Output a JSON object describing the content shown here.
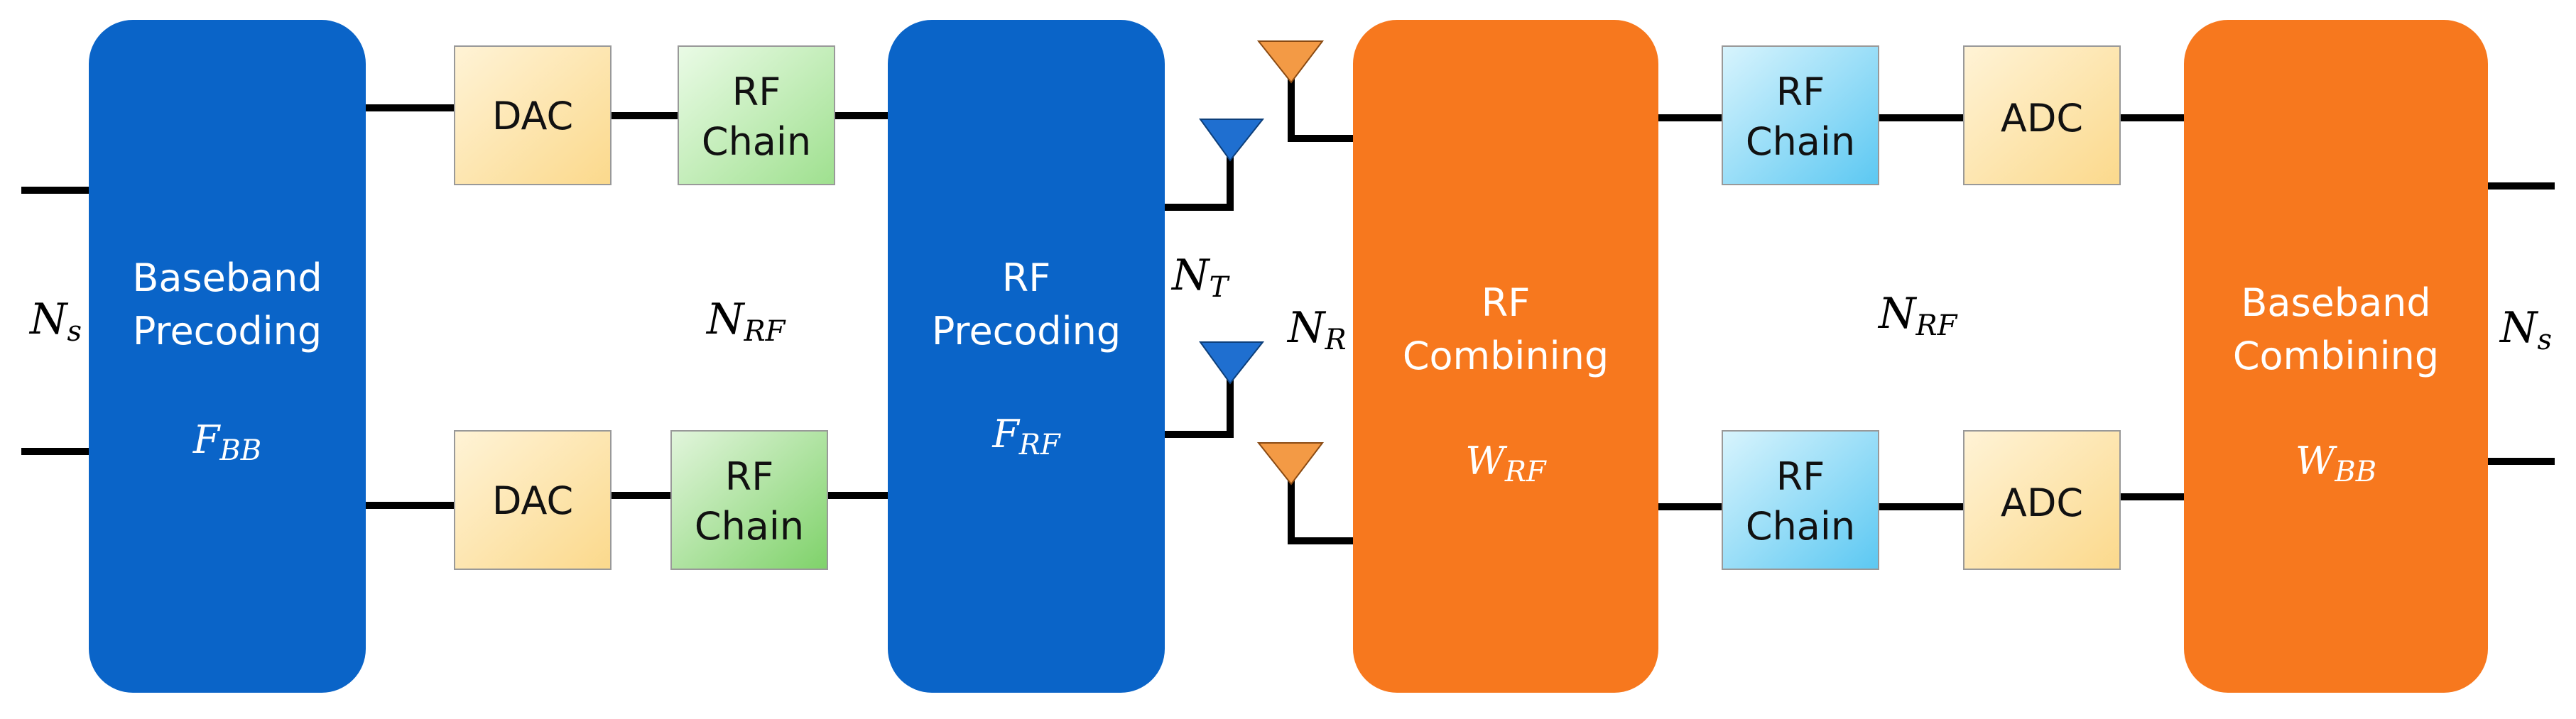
{
  "colors": {
    "blue_block": "#0a64c8",
    "orange_block": "#f7781e",
    "dac_adc": "#fde2a6",
    "rf_chain_tx_top": "#ccf2c4",
    "rf_chain_tx_bottom": "#b4e6a6",
    "rf_chain_rx": "#a9e6fa",
    "antenna": "#1f6fd0",
    "antenna_rx": "#f39a45"
  },
  "labels": {
    "ns_left": {
      "base": "N",
      "sub": "s"
    },
    "nrf_left": {
      "base": "N",
      "sub": "RF"
    },
    "nt": {
      "base": "N",
      "sub": "T"
    },
    "nr": {
      "base": "N",
      "sub": "R"
    },
    "nrf_right": {
      "base": "N",
      "sub": "RF"
    },
    "ns_right": {
      "base": "N",
      "sub": "s"
    }
  },
  "blocks": {
    "bb_precoding": {
      "line1": "Baseband",
      "line2": "Precoding",
      "sym_base": "F",
      "sym_sub": "BB"
    },
    "rf_precoding": {
      "line1": "RF",
      "line2": "Precoding",
      "sym_base": "F",
      "sym_sub": "RF"
    },
    "rf_combining": {
      "line1": "RF",
      "line2": "Combining",
      "sym_base": "W",
      "sym_sub": "RF"
    },
    "bb_combining": {
      "line1": "Baseband",
      "line2": "Combining",
      "sym_base": "W",
      "sym_sub": "BB"
    }
  },
  "small": {
    "dac_top": "DAC",
    "dac_bottom": "DAC",
    "rf_chain_tx_top": {
      "line1": "RF",
      "line2": "Chain"
    },
    "rf_chain_tx_bottom": {
      "line1": "RF",
      "line2": "Chain"
    },
    "rf_chain_rx_top": {
      "line1": "RF",
      "line2": "Chain"
    },
    "rf_chain_rx_bottom": {
      "line1": "RF",
      "line2": "Chain"
    },
    "adc_top": "ADC",
    "adc_bottom": "ADC"
  }
}
